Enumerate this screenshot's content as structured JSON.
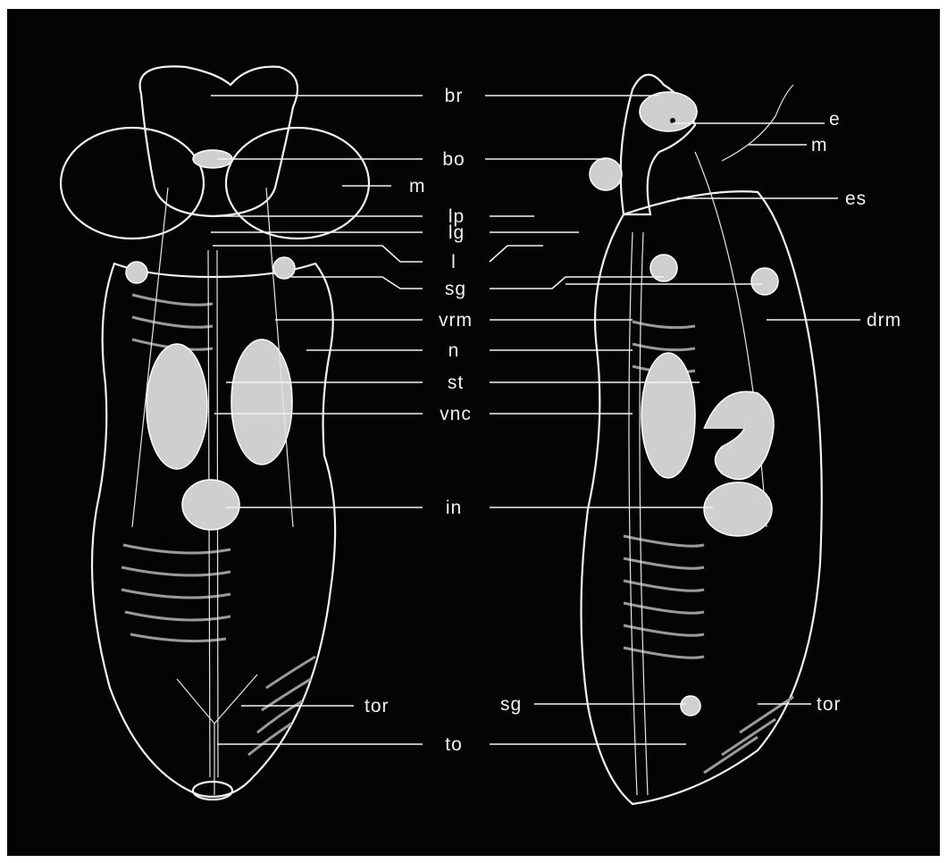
{
  "figure": {
    "labels_center": [
      "br",
      "bo",
      "lp",
      "lg",
      "l",
      "sg",
      "vrm",
      "n",
      "st",
      "vnc",
      "in",
      "to"
    ],
    "labels_left_side": [
      "m",
      "tor"
    ],
    "labels_right_side": [
      "e",
      "m",
      "es",
      "drm",
      "tor",
      "sg"
    ]
  },
  "colors": {
    "background": "#040404",
    "line": "#f4f4f4",
    "organ": "#cfcfcf"
  }
}
